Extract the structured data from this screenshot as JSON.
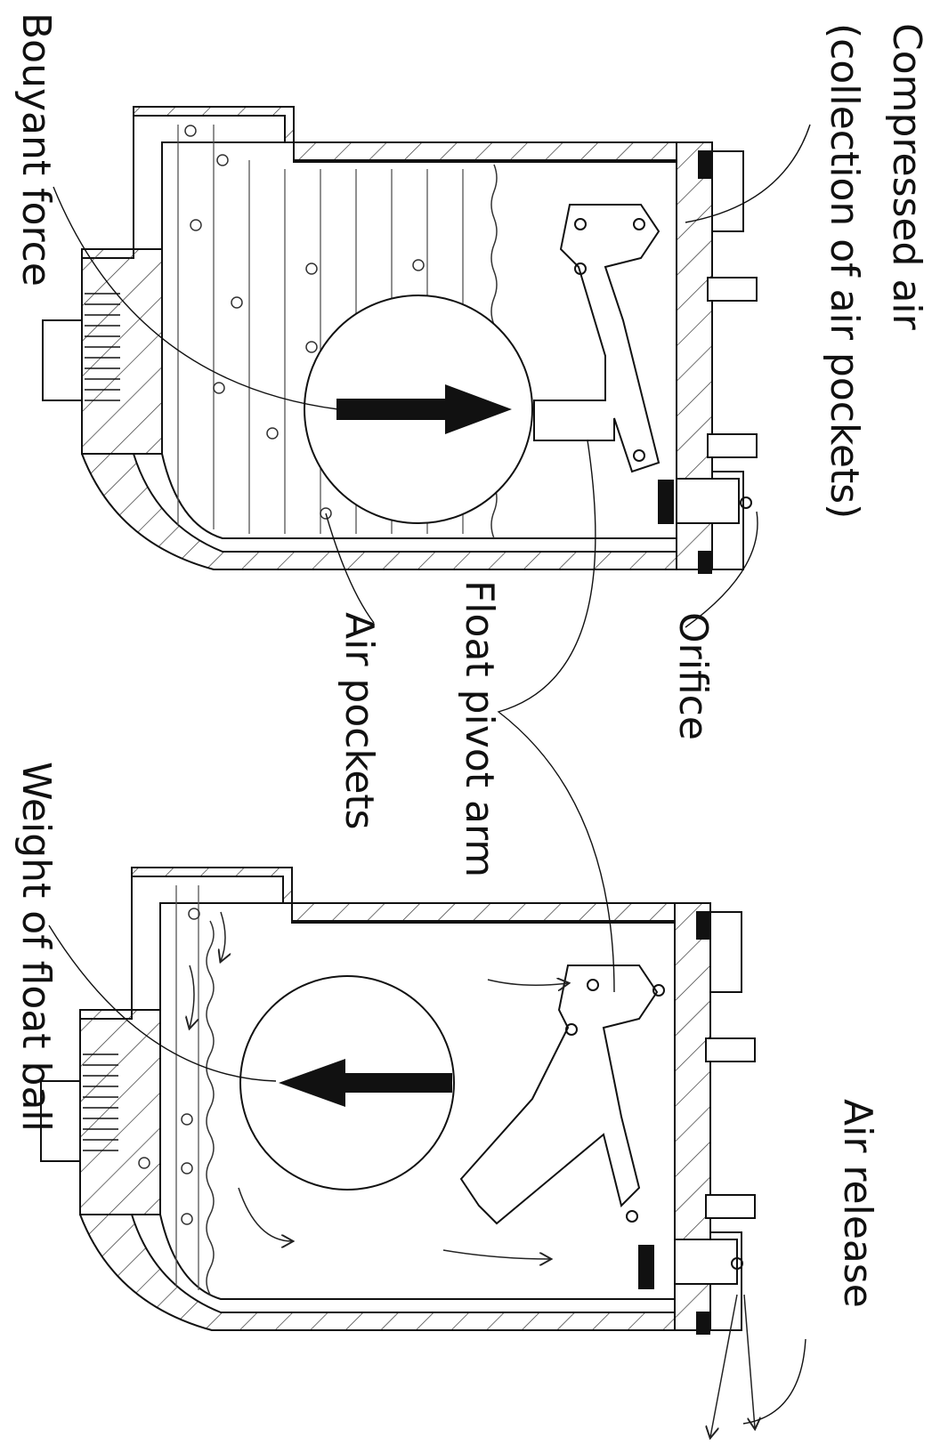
{
  "labels": {
    "compressed_air": "Compressed air",
    "collection": "(collection of air pockets)",
    "orifice": "Orifice",
    "float_pivot_arm": "Float pivot arm",
    "air_pockets": "Air pockets",
    "bouyant_force": "Bouyant force",
    "weight_of_float_ball": "Weight of float ball",
    "air_release": "Air release"
  },
  "colors": {
    "line": "#111111",
    "background": "#ffffff",
    "hatch": "#333333"
  }
}
